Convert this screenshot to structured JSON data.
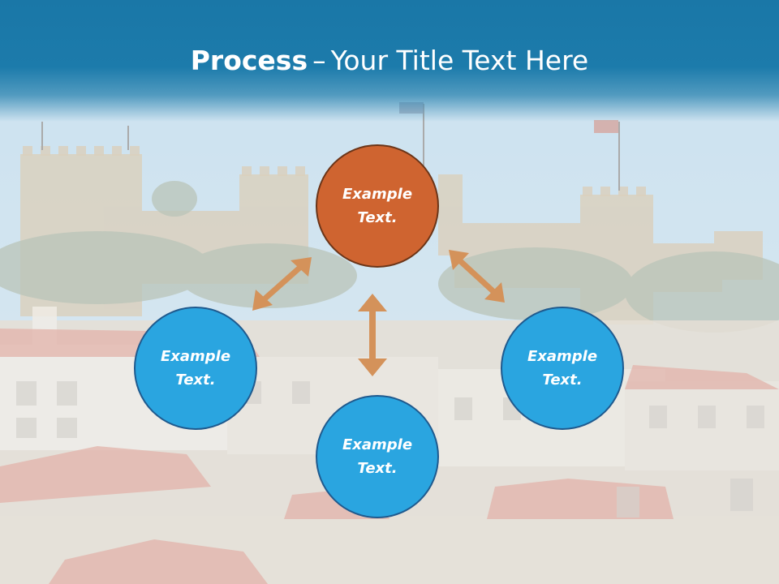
{
  "title": {
    "bold": "Process",
    "dash": "–",
    "rest": "Your Title Text Here"
  },
  "nodes": [
    {
      "id": "top",
      "label": "Example Text.",
      "color": "#cf6430"
    },
    {
      "id": "left",
      "label": "Example Text.",
      "color": "#2aa5e0"
    },
    {
      "id": "bottom",
      "label": "Example Text.",
      "color": "#2aa5e0"
    },
    {
      "id": "right",
      "label": "Example Text.",
      "color": "#2aa5e0"
    }
  ],
  "colors": {
    "header": "#1a77a7",
    "arrow": "#d4925a",
    "node_border_orange": "#6b3518",
    "node_border_blue": "#1f5a8e"
  },
  "arrows": [
    {
      "from": "left",
      "to": "top",
      "style": "double-headed"
    },
    {
      "from": "top",
      "to": "right",
      "style": "double-headed"
    },
    {
      "from": "top",
      "to": "bottom",
      "style": "double-headed"
    }
  ]
}
